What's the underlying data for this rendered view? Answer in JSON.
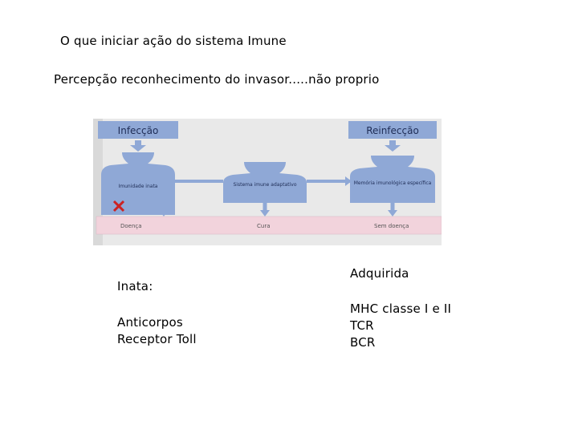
{
  "slide": {
    "title": "O que iniciar ação do sistema Imune",
    "subtitle": "Percepção reconhecimento do invasor.....não proprio"
  },
  "figure": {
    "box_infeccao": "Infecção",
    "box_reinfeccao": "Reinfecção",
    "label_imunidade_inata": "Imunidade inata",
    "label_sistema_adaptativo": "Sistema imune adaptativo",
    "label_memoria": "Memória imunológica específica",
    "bar_doenca": "Doença",
    "bar_cura": "Cura",
    "bar_sem_doenca": "Sem doença",
    "colors": {
      "blue_box": "#8fa8d6",
      "pink_bar": "#f2d3dc",
      "background": "#e9e9e9",
      "arrow": "#8fa8d6",
      "cross": "#cc2222"
    }
  },
  "columns": {
    "inata": {
      "label": "Inata:",
      "items": [
        "Anticorpos",
        "Receptor Toll"
      ]
    },
    "adquirida": {
      "label": "Adquirida",
      "items": [
        "MHC classe I e II",
        "TCR",
        "BCR"
      ]
    }
  }
}
